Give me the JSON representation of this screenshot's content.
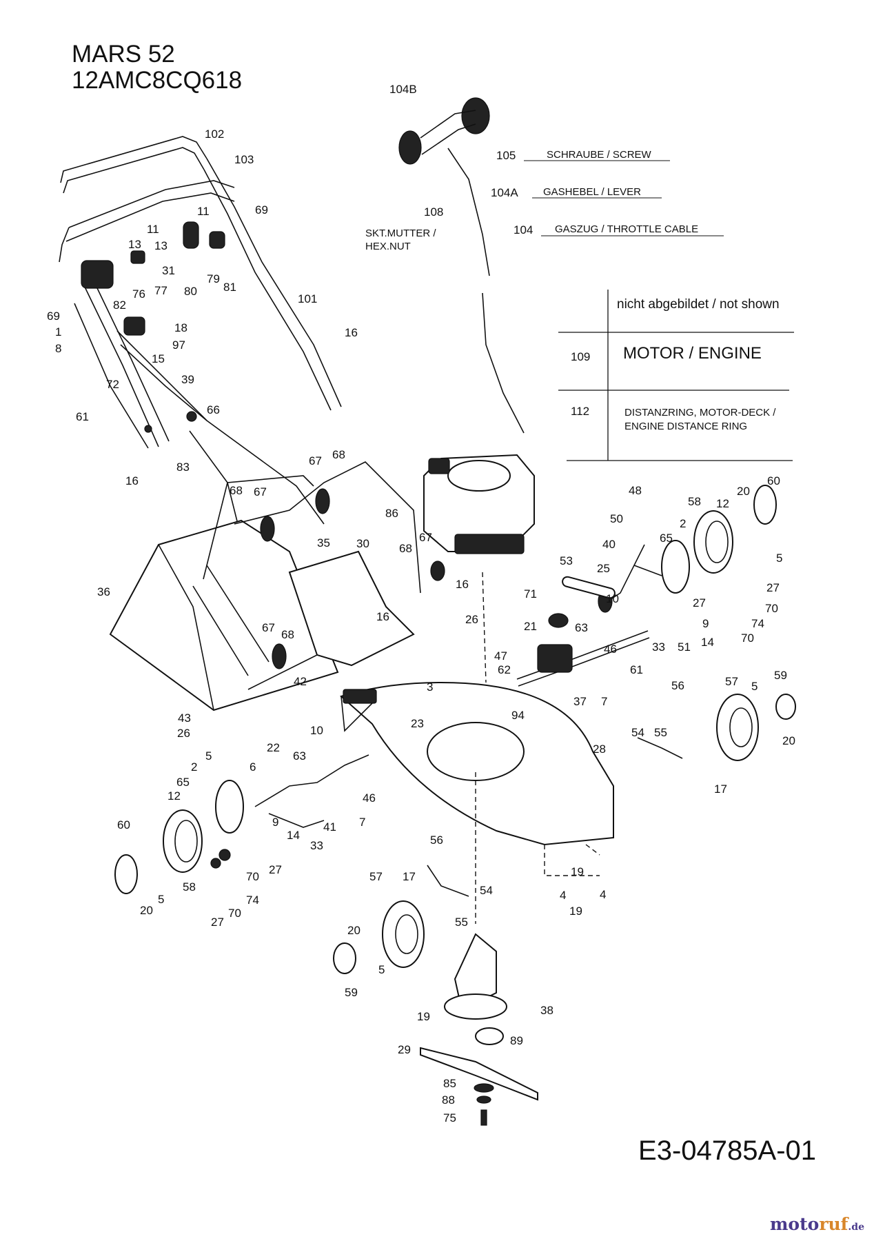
{
  "title": {
    "model": "MARS 52",
    "code": "12AMC8CQ618"
  },
  "footer": {
    "document_code": "E3-04785A-01",
    "brand_main": "moto",
    "brand_accent": "ruf",
    "brand_suffix": ".de"
  },
  "legend": [
    {
      "no": "105",
      "text": "SCHRAUBE / SCREW"
    },
    {
      "no": "104A",
      "text": "GASHEBEL / LEVER"
    },
    {
      "no": "104",
      "text": "GASZUG / THROTTLE CABLE"
    }
  ],
  "hex_nut_label": {
    "line1": "SKT.MUTTER /",
    "line2": "HEX.NUT"
  },
  "not_shown": {
    "header": "nicht abgebildet / not shown",
    "rows": [
      {
        "no": "109",
        "line1": "MOTOR / ENGINE",
        "line2": ""
      },
      {
        "no": "112",
        "line1": "DISTANZRING, MOTOR-DECK /",
        "line2": "ENGINE DISTANCE RING"
      }
    ]
  },
  "callouts": [
    "104B",
    "108",
    "102",
    "103",
    "11",
    "69",
    "11",
    "13",
    "13",
    "31",
    "80",
    "79",
    "81",
    "82",
    "76",
    "77",
    "101",
    "69",
    "1",
    "8",
    "18",
    "97",
    "15",
    "72",
    "39",
    "16",
    "61",
    "66",
    "83",
    "16",
    "67",
    "68",
    "68",
    "67",
    "86",
    "35",
    "30",
    "68",
    "67",
    "36",
    "16",
    "26",
    "16",
    "67",
    "68",
    "42",
    "43",
    "26",
    "10",
    "22",
    "63",
    "5",
    "2",
    "6",
    "65",
    "12",
    "60",
    "58",
    "20",
    "5",
    "9",
    "14",
    "33",
    "41",
    "27",
    "70",
    "74",
    "27",
    "70",
    "46",
    "7",
    "3",
    "23",
    "94",
    "28",
    "56",
    "57",
    "17",
    "54",
    "55",
    "20",
    "59",
    "5",
    "19",
    "38",
    "29",
    "89",
    "85",
    "88",
    "75",
    "19",
    "4",
    "19",
    "4",
    "48",
    "50",
    "40",
    "58",
    "12",
    "20",
    "60",
    "2",
    "65",
    "5",
    "25",
    "10",
    "27",
    "70",
    "27",
    "9",
    "74",
    "14",
    "70",
    "51",
    "33",
    "53",
    "71",
    "21",
    "63",
    "46",
    "61",
    "37",
    "7",
    "47",
    "62",
    "56",
    "57",
    "59",
    "5",
    "54",
    "55",
    "20",
    "17"
  ]
}
